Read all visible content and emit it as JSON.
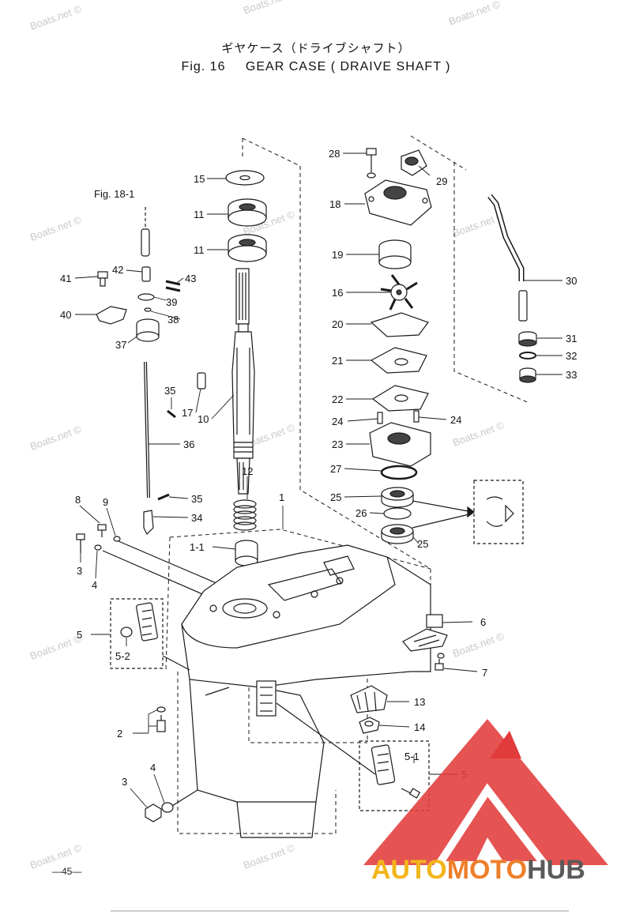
{
  "title": {
    "jp": "ギヤケース（ドライブシャフト）",
    "fig": "Fig. 16",
    "en": "GEAR CASE ( DRAIVE SHAFT )"
  },
  "reference": "Fig. 18-1",
  "page_number": "—45—",
  "watermark": "Boats.net ©",
  "brand": {
    "part1": "AUTO",
    "part2": "MOTO",
    "part3": "HUB"
  },
  "colors": {
    "ink": "#1a1a1a",
    "brand_red": "#e23b3b",
    "brand_yellow": "#f3b51b",
    "brand_orange": "#ee7f2a",
    "brand_gray": "#5a5a5a"
  },
  "callouts": {
    "c15": "15",
    "c11a": "11",
    "c11b": "11",
    "c10": "10",
    "c12": "12",
    "c17": "17",
    "c28": "28",
    "c29": "29",
    "c18": "18",
    "c19": "19",
    "c16": "16",
    "c20": "20",
    "c21": "21",
    "c22": "22",
    "c24a": "24",
    "c24b": "24",
    "c23": "23",
    "c27": "27",
    "c25a": "25",
    "c26": "26",
    "c25b": "25",
    "c30": "30",
    "c31": "31",
    "c32": "32",
    "c33": "33",
    "c41": "41",
    "c42": "42",
    "c43": "43",
    "c39": "39",
    "c40": "40",
    "c38": "38",
    "c37": "37",
    "c35a": "35",
    "c36": "36",
    "c35b": "35",
    "c34": "34",
    "c8": "8",
    "c9": "9",
    "c3a": "3",
    "c4a": "4",
    "c1": "1",
    "c1_1": "1-1",
    "c5a": "5",
    "c5_2": "5-2",
    "c6": "6",
    "c7": "7",
    "c13": "13",
    "c14": "14",
    "c2": "2",
    "c5_1": "5-1",
    "c5b": "5",
    "c3b": "3",
    "c4b": "4"
  }
}
